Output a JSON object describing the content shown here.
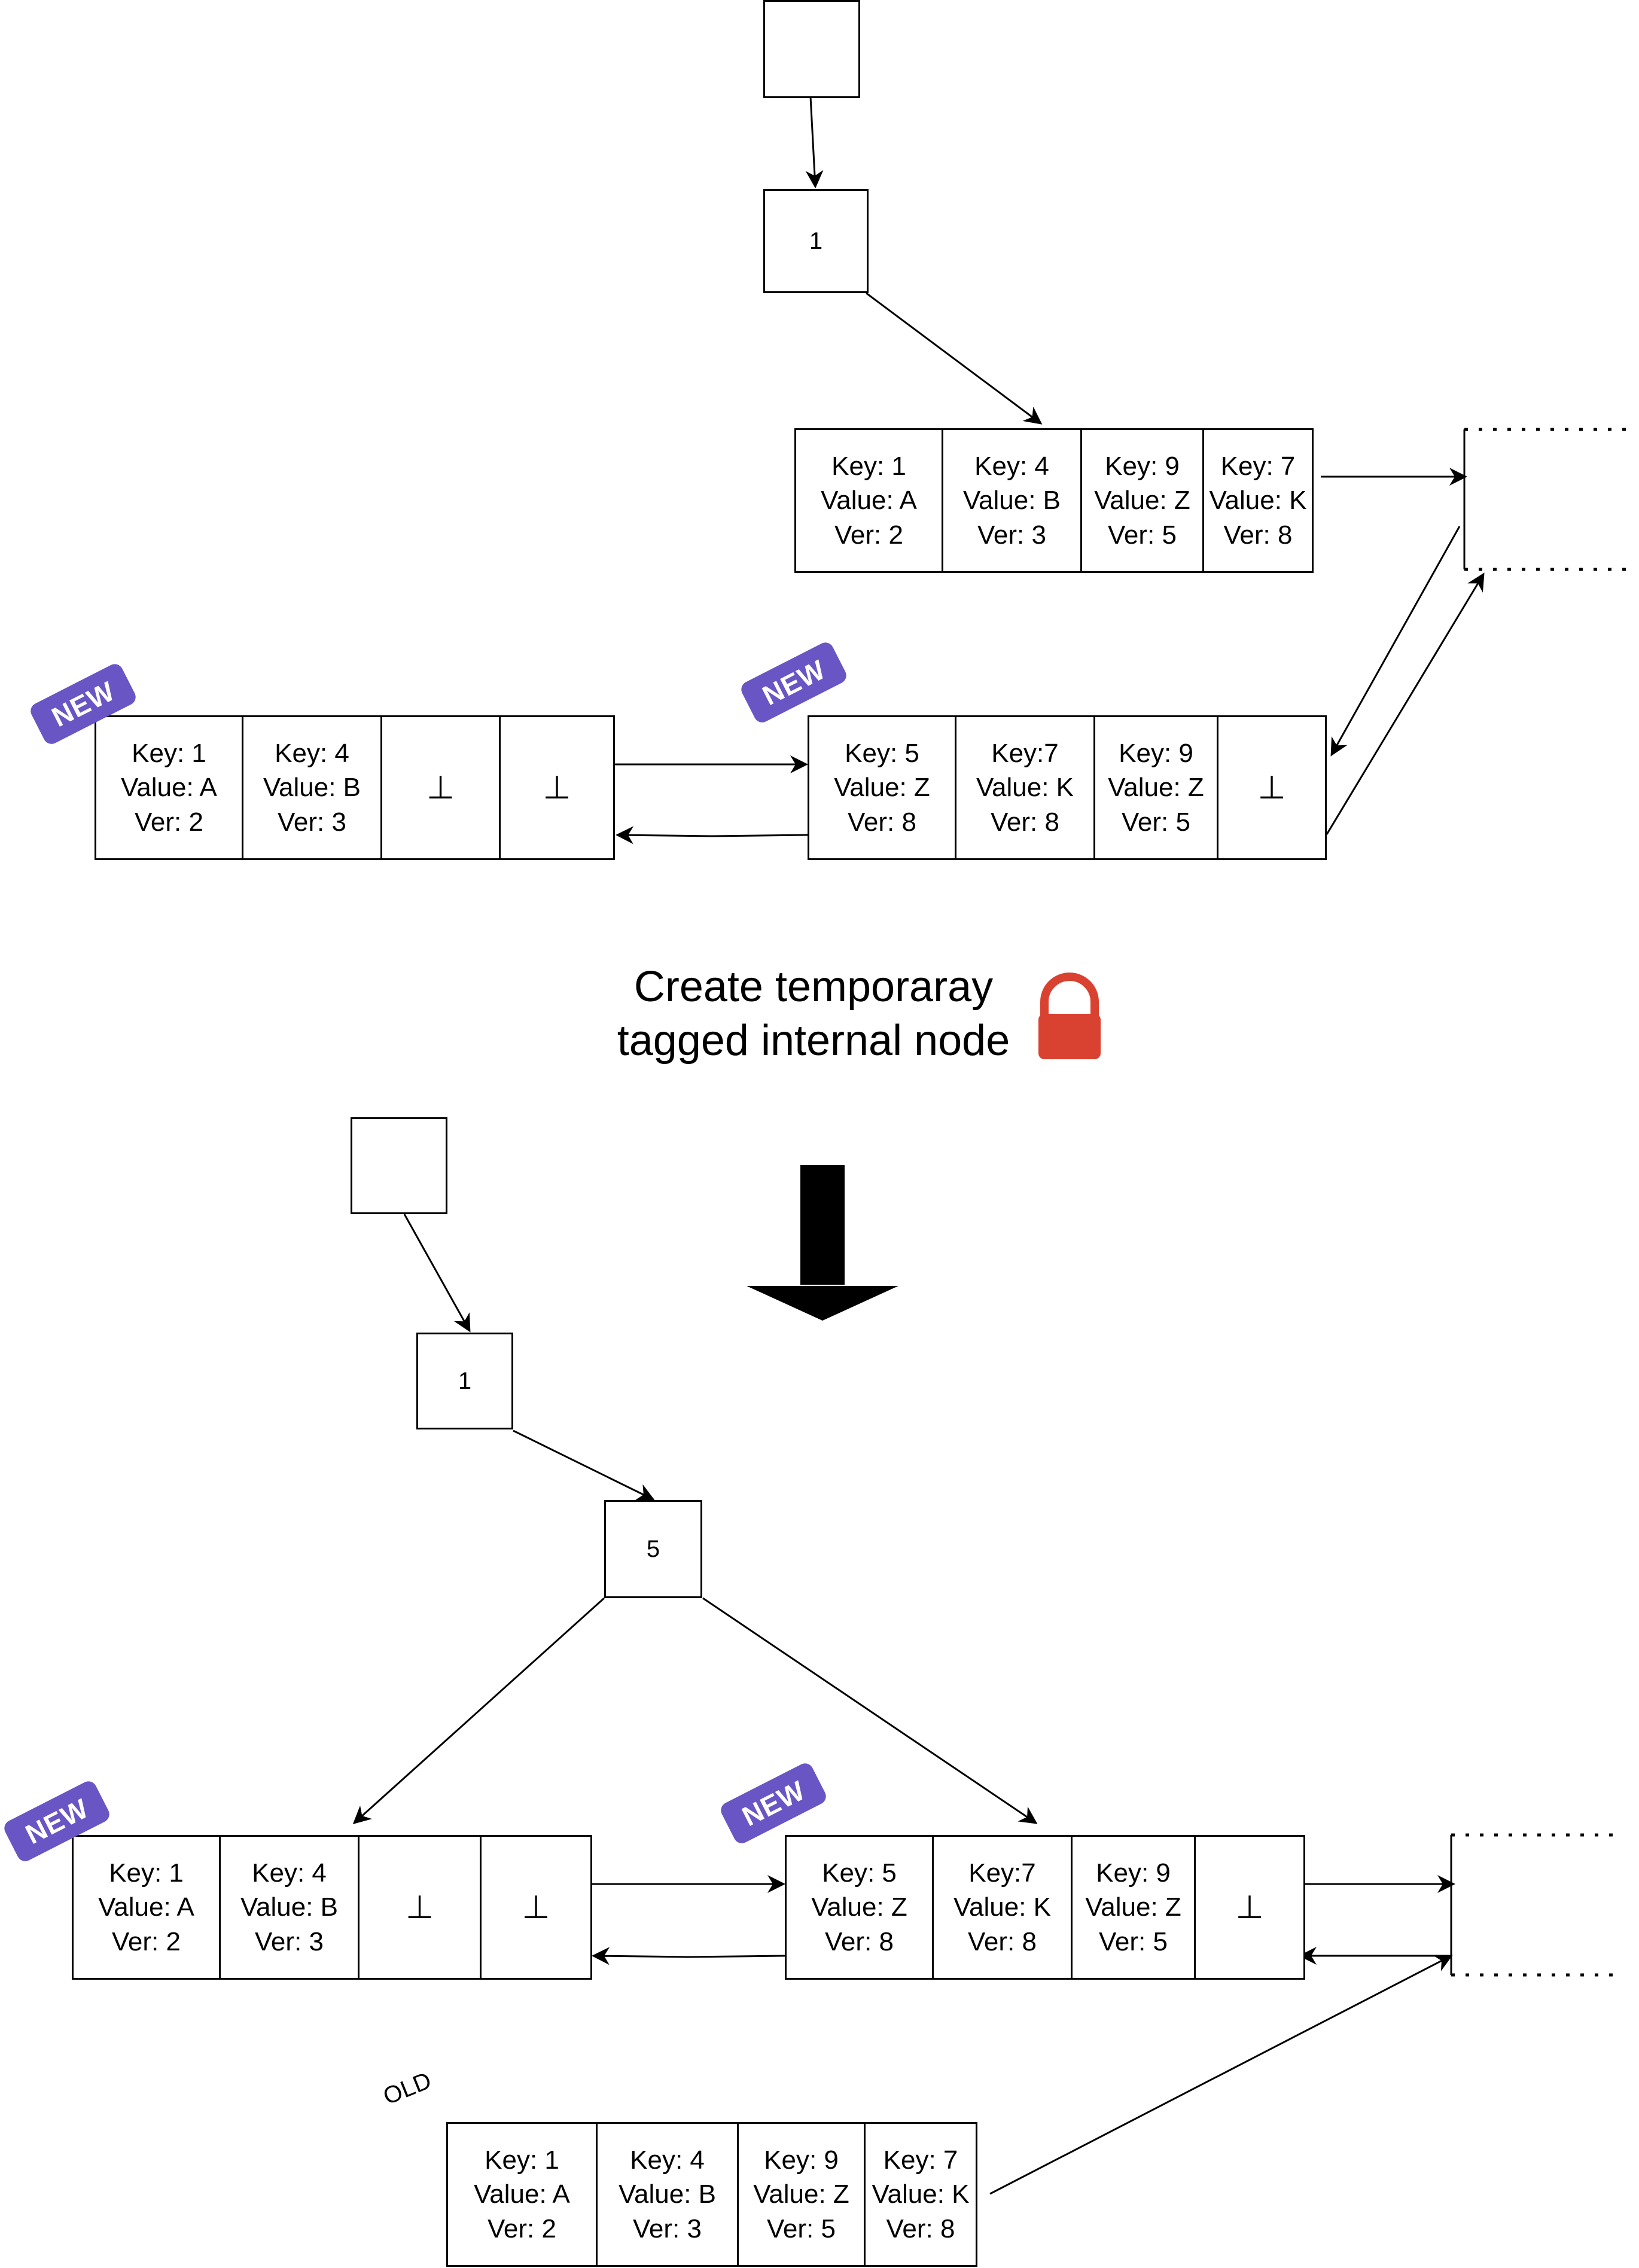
{
  "diagram": {
    "top": {
      "root_box": "",
      "internal_node": "1",
      "leaf_old": [
        {
          "key": "Key: 1",
          "value": "Value: A",
          "ver": "Ver: 2"
        },
        {
          "key": "Key: 4",
          "value": "Value: B",
          "ver": "Ver: 3"
        },
        {
          "key": "Key: 9",
          "value": "Value: Z",
          "ver": "Ver: 5"
        },
        {
          "key": "Key: 7",
          "value": "Value: K",
          "ver": "Ver: 8"
        }
      ],
      "leaf_new_left": [
        {
          "key": "Key: 1",
          "value": "Value: A",
          "ver": "Ver: 2"
        },
        {
          "key": "Key: 4",
          "value": "Value: B",
          "ver": "Ver: 3"
        },
        {
          "empty": "⊥"
        },
        {
          "empty": "⊥"
        }
      ],
      "leaf_new_right": [
        {
          "key": "Key: 5",
          "value": "Value: Z",
          "ver": "Ver: 8"
        },
        {
          "key": "Key:7",
          "value": "Value: K",
          "ver": "Ver: 8"
        },
        {
          "key": "Key: 9",
          "value": "Value: Z",
          "ver": "Ver: 5"
        },
        {
          "empty": "⊥"
        }
      ]
    },
    "badge_label": "NEW",
    "caption_lines": [
      "Create temporaray",
      "tagged internal node"
    ],
    "lock_icon": "lock-icon",
    "lock_color": "#d94130",
    "badge_color": "#6a55c4",
    "bottom": {
      "root_box": "",
      "internal_node_1": "1",
      "internal_node_5": "5",
      "leaf_new_left": [
        {
          "key": "Key: 1",
          "value": "Value: A",
          "ver": "Ver: 2"
        },
        {
          "key": "Key: 4",
          "value": "Value: B",
          "ver": "Ver: 3"
        },
        {
          "empty": "⊥"
        },
        {
          "empty": "⊥"
        }
      ],
      "leaf_new_right": [
        {
          "key": "Key: 5",
          "value": "Value: Z",
          "ver": "Ver: 8"
        },
        {
          "key": "Key:7",
          "value": "Value: K",
          "ver": "Ver: 8"
        },
        {
          "key": "Key: 9",
          "value": "Value: Z",
          "ver": "Ver: 5"
        },
        {
          "empty": "⊥"
        }
      ],
      "old_label": "OLD",
      "leaf_old": [
        {
          "key": "Key: 1",
          "value": "Value: A",
          "ver": "Ver: 2"
        },
        {
          "key": "Key: 4",
          "value": "Value: B",
          "ver": "Ver: 3"
        },
        {
          "key": "Key: 9",
          "value": "Value: Z",
          "ver": "Ver: 5"
        },
        {
          "key": "Key: 7",
          "value": "Value: K",
          "ver": "Ver: 8"
        }
      ]
    }
  }
}
